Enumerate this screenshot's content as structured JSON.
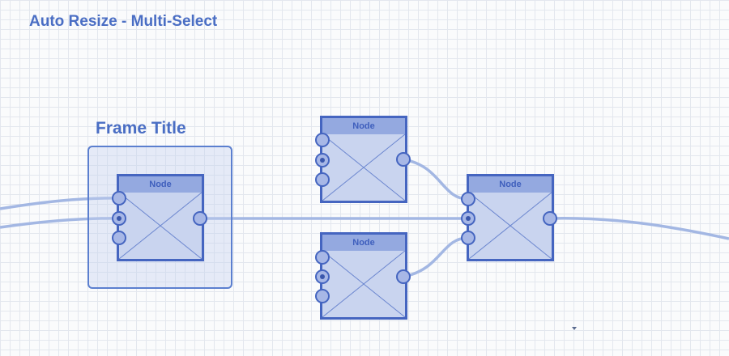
{
  "title": "Auto Resize - Multi-Select",
  "frame": {
    "title": "Frame Title"
  },
  "nodes": [
    {
      "label": "Node"
    },
    {
      "label": "Node"
    },
    {
      "label": "Node"
    },
    {
      "label": "Node"
    }
  ],
  "colors": {
    "accent": "#4a6ec4",
    "node_border": "#4565c0",
    "node_fill": "#c9d4ef",
    "node_header": "#94a9e0",
    "wire": "#a3b7e3",
    "frame_fill": "#dde4f6"
  }
}
